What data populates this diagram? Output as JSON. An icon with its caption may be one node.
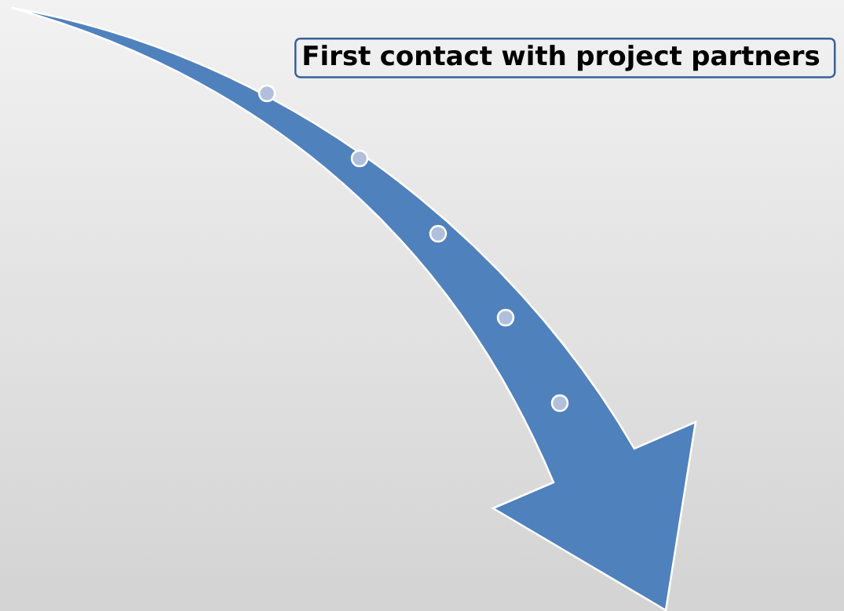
{
  "diagram": {
    "nodes": [
      {
        "text": [
          "First contact with project partners"
        ]
      },
      {
        "text": [],
        "shape": "circle"
      },
      {
        "text": [],
        "shape": "circle"
      },
      {
        "text": [],
        "shape": "circle"
      },
      {
        "text": [],
        "shape": "circle"
      },
      {
        "text": [],
        "shape": "circle"
      }
    ]
  }
}
